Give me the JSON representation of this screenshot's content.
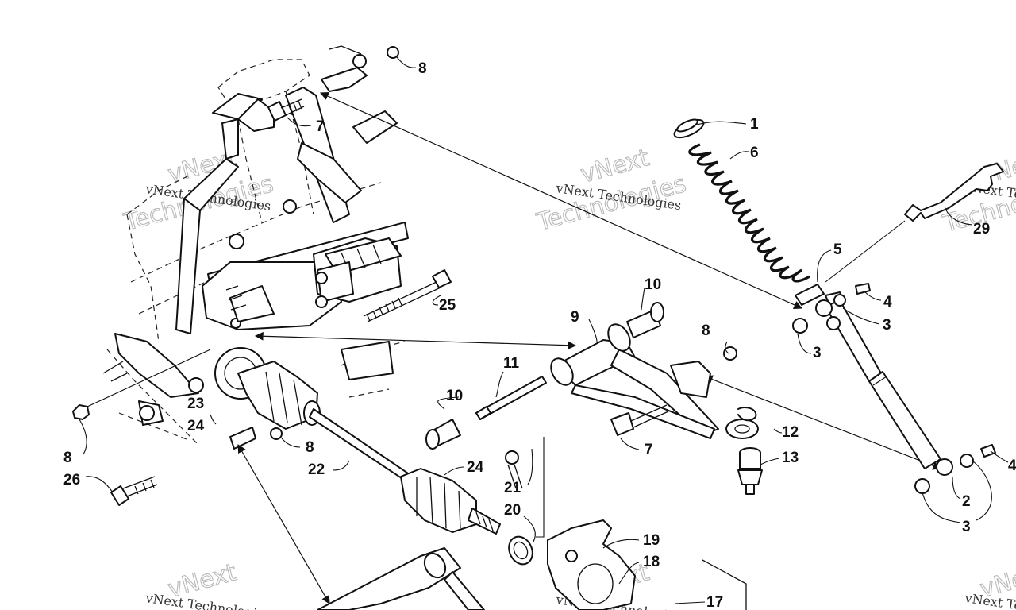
{
  "diagram": {
    "callouts": [
      {
        "id": "c1",
        "text": "1"
      },
      {
        "id": "c6",
        "text": "6"
      },
      {
        "id": "c29",
        "text": "29"
      },
      {
        "id": "c5",
        "text": "5"
      },
      {
        "id": "c4a",
        "text": "4"
      },
      {
        "id": "c3a",
        "text": "3"
      },
      {
        "id": "c3b",
        "text": "3"
      },
      {
        "id": "c8a",
        "text": "8"
      },
      {
        "id": "c7a",
        "text": "7"
      },
      {
        "id": "c25",
        "text": "25"
      },
      {
        "id": "c10a",
        "text": "10"
      },
      {
        "id": "c9",
        "text": "9"
      },
      {
        "id": "c8b",
        "text": "8"
      },
      {
        "id": "c11",
        "text": "11"
      },
      {
        "id": "c10b",
        "text": "10"
      },
      {
        "id": "c12",
        "text": "12"
      },
      {
        "id": "c7b",
        "text": "7"
      },
      {
        "id": "c13",
        "text": "13"
      },
      {
        "id": "c23",
        "text": "23"
      },
      {
        "id": "c24a",
        "text": "24"
      },
      {
        "id": "c8c",
        "text": "8"
      },
      {
        "id": "c8d",
        "text": "8"
      },
      {
        "id": "c22",
        "text": "22"
      },
      {
        "id": "c26",
        "text": "26"
      },
      {
        "id": "c24b",
        "text": "24"
      },
      {
        "id": "c21",
        "text": "21"
      },
      {
        "id": "c20",
        "text": "20"
      },
      {
        "id": "c19",
        "text": "19"
      },
      {
        "id": "c18",
        "text": "18"
      },
      {
        "id": "c17",
        "text": "17"
      },
      {
        "id": "c2",
        "text": "2"
      },
      {
        "id": "c3c",
        "text": "3"
      },
      {
        "id": "c4b",
        "text": "4"
      }
    ],
    "watermark": {
      "company": "vNext Technologies",
      "big_top": "vNext",
      "big_bottom": "Technologies"
    }
  }
}
